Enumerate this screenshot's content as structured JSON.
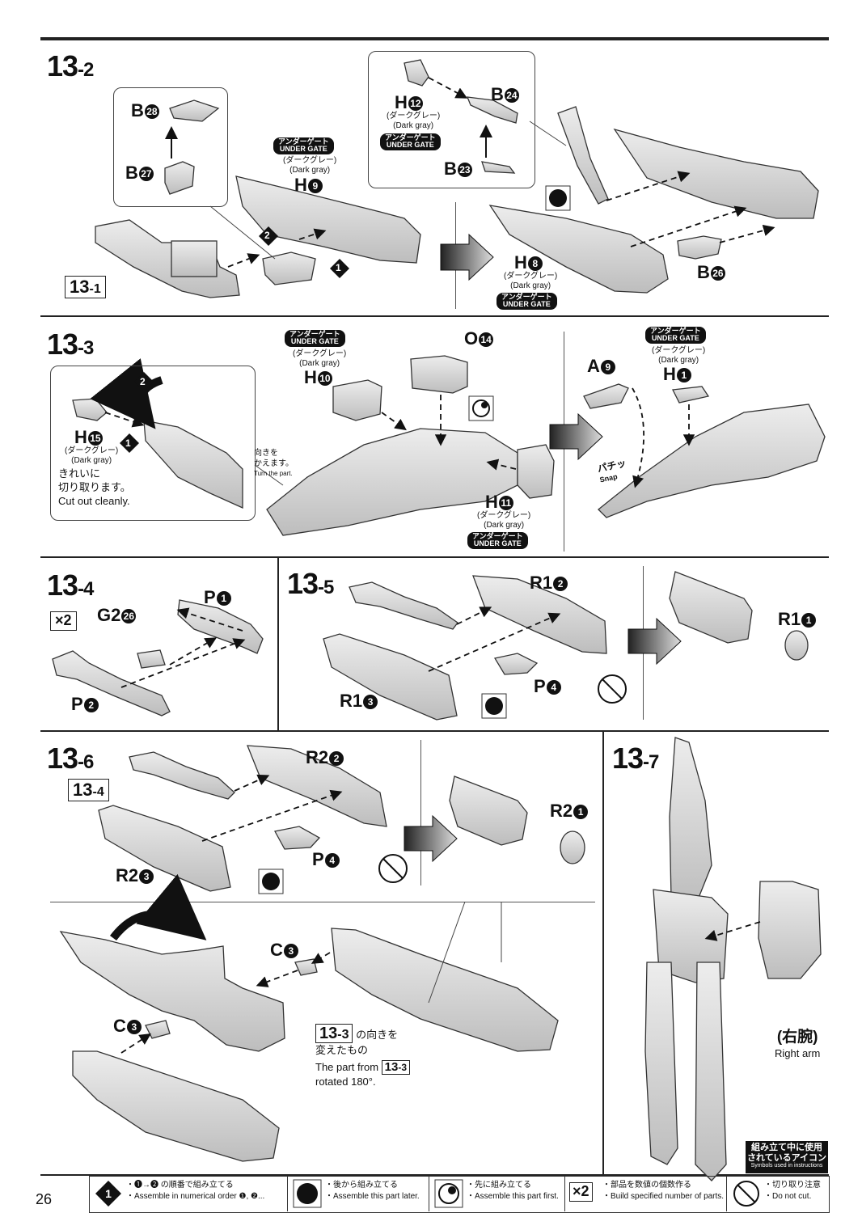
{
  "page_number": "26",
  "steps": {
    "s13_2": {
      "title_main": "13",
      "title_sub": "-2",
      "ref_label_main": "13",
      "ref_label_sub": "-1",
      "parts": {
        "b28": {
          "letter": "B",
          "num": "28"
        },
        "b27": {
          "letter": "B",
          "num": "27"
        },
        "h9": {
          "letter": "H",
          "num": "9"
        },
        "h12": {
          "letter": "H",
          "num": "12"
        },
        "b24": {
          "letter": "B",
          "num": "24"
        },
        "b23": {
          "letter": "B",
          "num": "23"
        },
        "h8": {
          "letter": "H",
          "num": "8"
        },
        "b26": {
          "letter": "B",
          "num": "26"
        }
      },
      "order_1": "1",
      "order_2": "2",
      "under_gate_jp": "アンダーゲート",
      "under_gate_en": "UNDER GATE",
      "color_jp": "(ダークグレー)",
      "color_en": "(Dark gray)"
    },
    "s13_3": {
      "title_main": "13",
      "title_sub": "-3",
      "parts": {
        "h10": {
          "letter": "H",
          "num": "10"
        },
        "o14": {
          "letter": "O",
          "num": "14"
        },
        "h15": {
          "letter": "H",
          "num": "15"
        },
        "h11": {
          "letter": "H",
          "num": "11"
        },
        "a9": {
          "letter": "A",
          "num": "9"
        },
        "h1": {
          "letter": "H",
          "num": "1"
        }
      },
      "order_1": "1",
      "order_2": "2",
      "cut_jp_1": "きれいに",
      "cut_jp_2": "切り取ります。",
      "cut_en": "Cut out cleanly.",
      "turn_jp_1": "向きを",
      "turn_jp_2": "かえます。",
      "turn_en": "Turn the part.",
      "snap_jp": "パチッ",
      "snap_en": "Snap"
    },
    "s13_4": {
      "title_main": "13",
      "title_sub": "-4",
      "x2": "×2",
      "parts": {
        "p1": {
          "letter": "P",
          "num": "1"
        },
        "g226": {
          "letter": "G2",
          "num": "26"
        },
        "p2": {
          "letter": "P",
          "num": "2"
        }
      }
    },
    "s13_5": {
      "title_main": "13",
      "title_sub": "-5",
      "parts": {
        "r12": {
          "letter": "R1",
          "num": "2"
        },
        "r11": {
          "letter": "R1",
          "num": "1"
        },
        "p4": {
          "letter": "P",
          "num": "4"
        },
        "r13": {
          "letter": "R1",
          "num": "3"
        }
      }
    },
    "s13_6": {
      "title_main": "13",
      "title_sub": "-6",
      "ref_label_main": "13",
      "ref_label_sub": "-4",
      "parts": {
        "r22": {
          "letter": "R2",
          "num": "2"
        },
        "r21": {
          "letter": "R2",
          "num": "1"
        },
        "p4": {
          "letter": "P",
          "num": "4"
        },
        "r23": {
          "letter": "R2",
          "num": "3"
        },
        "c3a": {
          "letter": "C",
          "num": "3"
        },
        "c3b": {
          "letter": "C",
          "num": "3"
        }
      },
      "rot_ref_main": "13",
      "rot_ref_sub": "-3",
      "rot_jp_1": "の向きを",
      "rot_jp_2": "変えたもの",
      "rot_en_1": "The part from",
      "rot_en_2": "rotated 180°."
    },
    "s13_7": {
      "title_main": "13",
      "title_sub": "-7",
      "right_arm_jp": "(右腕)",
      "right_arm_en": "Right arm"
    }
  },
  "legend": {
    "header_jp_1": "組み立て中に使用",
    "header_jp_2": "されているアイコン",
    "header_en": "Symbols used in instructions",
    "items": [
      {
        "jp": "・❶→❷ の順番で組み立てる",
        "en": "・Assemble in numerical order ❶, ❷..."
      },
      {
        "jp": "・後から組み立てる",
        "en": "・Assemble this part later."
      },
      {
        "jp": "・先に組み立てる",
        "en": "・Assemble this part first."
      },
      {
        "jp": "・部品を数値の個数作る",
        "en": "・Build specified number of parts."
      },
      {
        "jp": "・切り取り注意",
        "en": "・Do not cut."
      }
    ],
    "x2": "×2"
  },
  "colors": {
    "part_fill": "#d9d9d9",
    "part_stroke": "#333333",
    "ink": "#111111"
  }
}
